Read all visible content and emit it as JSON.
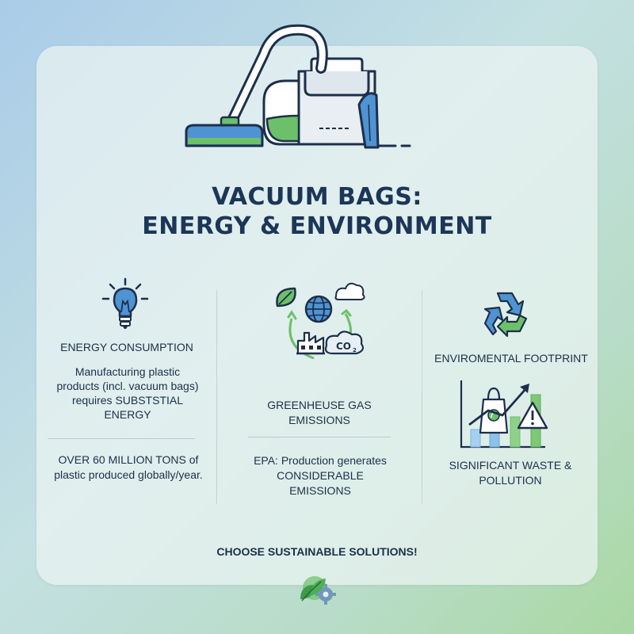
{
  "title": {
    "line1": "VACUUM BAGS:",
    "line2": "ENERGY & ENVIRONMENT"
  },
  "columns": [
    {
      "heading": "ENERGY CONSUMPTION",
      "body": "Manufacturing plastic products (incl. vacuum bags) requires SUBSTSTIAL ENERGY",
      "stat": "OVER 60 MILLION TONS of plastic produced globally/year."
    },
    {
      "heading": "GREENHEUSE GAS EMISSIONS",
      "stat": "EPA: Production generates CONSIDERABLE EMISSIONS",
      "co2_label": "CO2"
    },
    {
      "heading": "ENVIROMENTAL FOOTPRINT",
      "stat": "SIGNIFICANT WASTE & POLLUTION"
    }
  ],
  "footer": "CHOOSE SUSTAINABLE SOLUTIONS!",
  "colors": {
    "navy": "#1d2f4a",
    "blue": "#4f93d2",
    "green": "#6cc06a"
  },
  "icons": [
    "vacuum-cleaner-icon",
    "lightbulb-icon",
    "globe-cycle-icon",
    "recycle-icon",
    "waste-chart-icon",
    "eco-gear-icon"
  ]
}
